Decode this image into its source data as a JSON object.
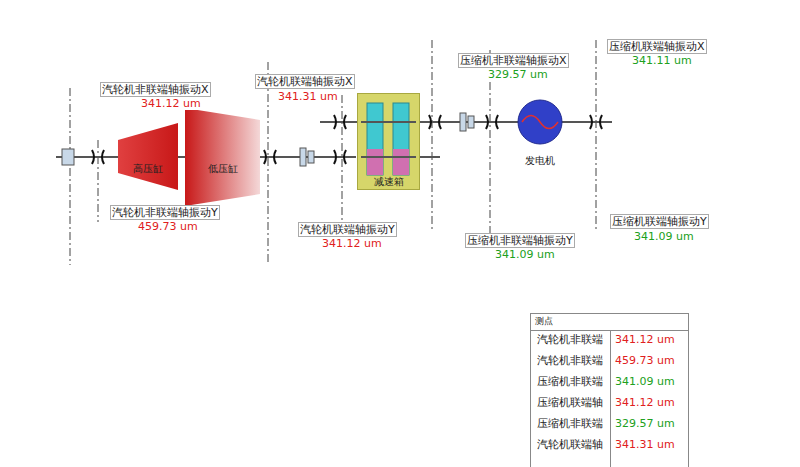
{
  "diagram": {
    "nodes": [
      {
        "text": [
          "高压缸"
        ]
      },
      {
        "text": [
          "低压缸"
        ]
      },
      {
        "text": [
          "减速箱"
        ]
      },
      {
        "text": [
          "发电机"
        ]
      }
    ],
    "labels": [
      "汽轮机非联端轴振动X",
      "341.12 um",
      "汽轮机非联端轴振动Y",
      "459.73 um",
      "汽轮机联端轴振动X",
      "341.31 um",
      "汽轮机联端轴振动Y",
      "341.12 um",
      "压缩机非联端轴振动X",
      "329.57 um",
      "压缩机联端轴振动X",
      "341.11 um",
      "压缩机非联端轴振动Y",
      "341.09 um",
      "压缩机联端轴振动Y",
      "341.09 um",
      "测点",
      "汽轮机非联端",
      "341.12 um",
      "汽轮机非联端",
      "459.73 um",
      "压缩机非联端",
      "341.09 um",
      "压缩机联端轴",
      "341.12 um",
      "压缩机非联端",
      "329.57 um",
      "汽轮机联端轴",
      "341.31 um"
    ]
  }
}
